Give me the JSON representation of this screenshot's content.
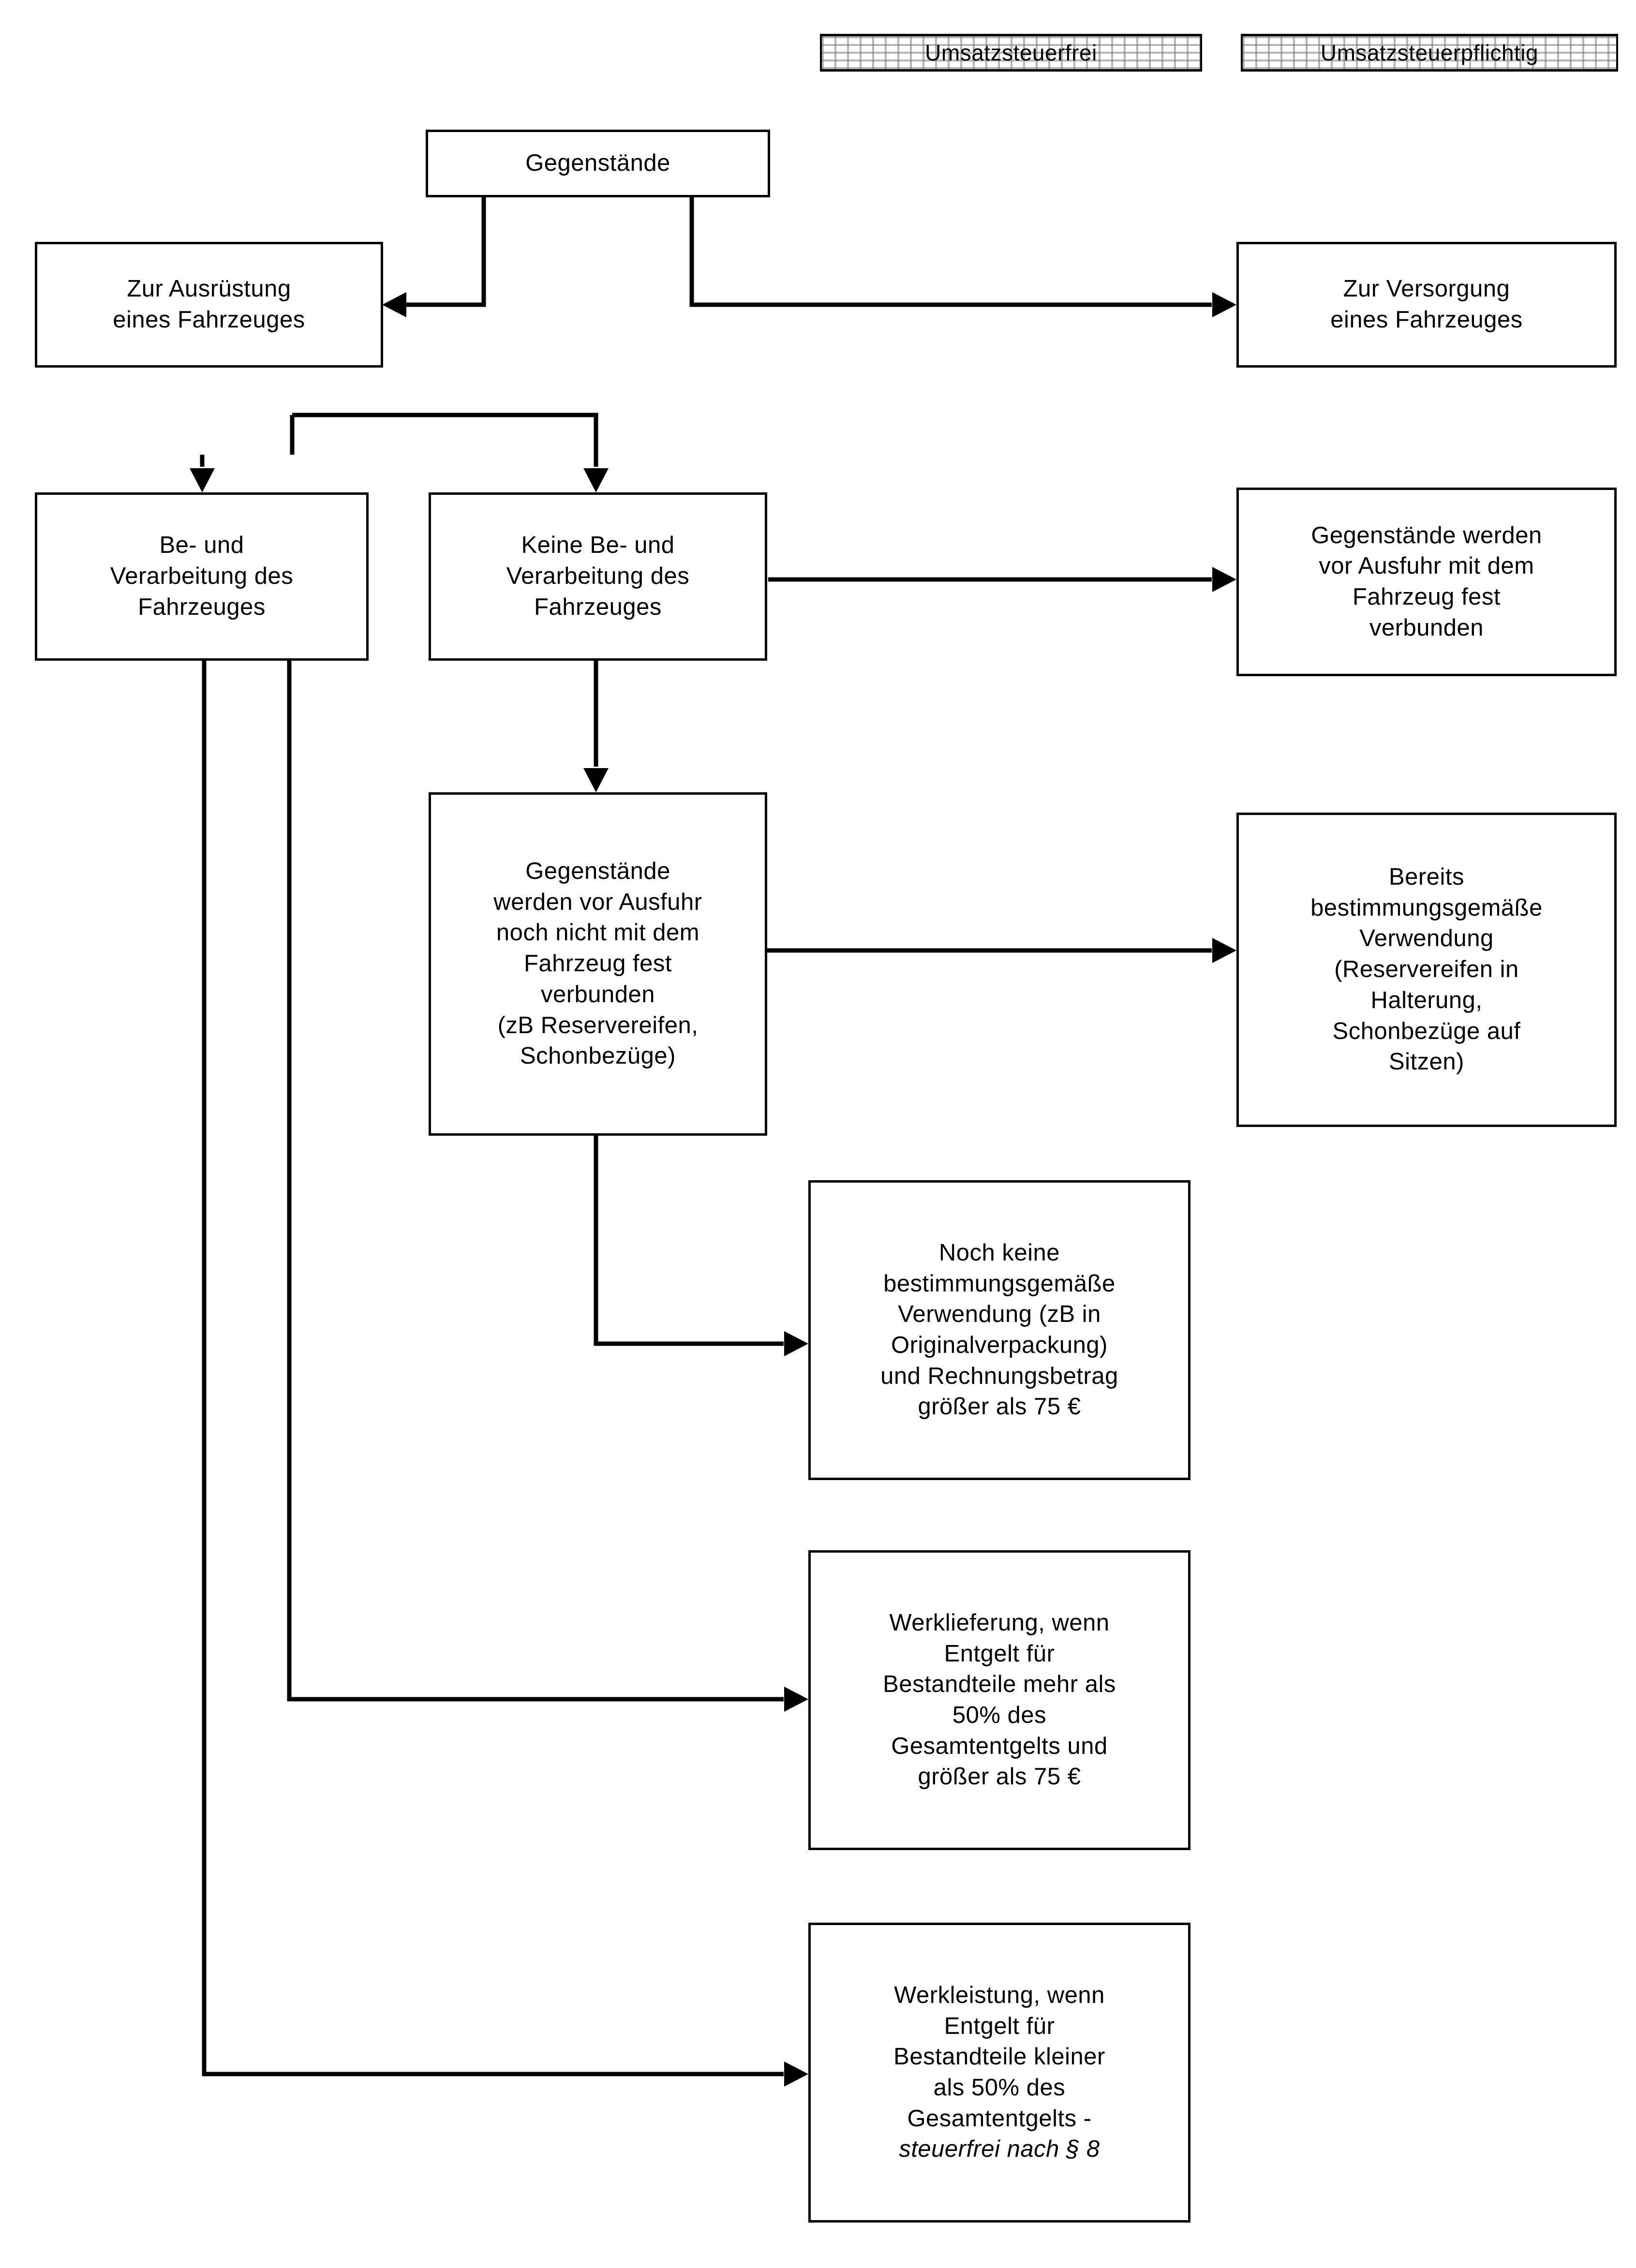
{
  "diagram": {
    "title": "Gegenstaende Umsatzsteuer Entscheidungsbaum",
    "colors": {
      "line": "#000000",
      "box_fill": "#ffffff",
      "text": "#000000",
      "legend_pattern": "#787878"
    }
  },
  "legend": {
    "items": [
      {
        "key": "umsatzsteuerfrei",
        "label": "Umsatzsteuerfrei"
      },
      {
        "key": "umsatzsteuerpflichtig",
        "label": "Umsatzsteuerpflichtig"
      }
    ]
  },
  "nodes": {
    "gegenstaende": {
      "label": "Gegenstände"
    },
    "zur_ausruestung": {
      "label": "Zur Ausrüstung\neines Fahrzeuges"
    },
    "zur_versorgung": {
      "label": "Zur Versorgung\neines Fahrzeuges"
    },
    "be_verarbeitung": {
      "label": "Be- und\nVerarbeitung des\nFahrzeuges"
    },
    "keine_be_verarbeitung": {
      "label": "Keine Be- und\nVerarbeitung des\nFahrzeuges"
    },
    "fest_verbunden": {
      "label": "Gegenstände werden\nvor Ausfuhr mit dem\nFahrzeug fest\nverbunden"
    },
    "noch_nicht_verbunden": {
      "label": "Gegenstände\nwerden vor Ausfuhr\nnoch nicht mit dem\nFahrzeug fest\nverbunden\n(zB Reservereifen,\nSchonbezüge)"
    },
    "bereits_bestimmung": {
      "label": "Bereits\nbestimmungsgemäße\nVerwendung\n(Reservereifen in\nHalterung,\nSchonbezüge auf\nSitzen)"
    },
    "noch_keine_bestimmung": {
      "label": "Noch keine\nbestimmungsgemäße\nVerwendung (zB in\nOriginalverpackung)\nund Rechnungsbetrag\ngrößer als 75 €"
    },
    "werklieferung": {
      "label": "Werklieferung, wenn\nEntgelt für\nBestandteile mehr als\n50% des\nGesamtentgelts und\ngrößer als 75 €"
    },
    "werkleistung": {
      "label": "Werkleistung, wenn\nEntgelt für\nBestandteile kleiner\nals 50% des\nGesamtentgelts -",
      "label_italic": "steuerfrei nach § 8"
    }
  },
  "edges": [
    {
      "from": "gegenstaende",
      "to": "zur_ausruestung",
      "style": "elbow-left-arrow"
    },
    {
      "from": "gegenstaende",
      "to": "zur_versorgung",
      "style": "elbow-right-arrow"
    },
    {
      "from": "zur_ausruestung",
      "to": "be_verarbeitung",
      "style": "straight-down-arrow"
    },
    {
      "from": "zur_ausruestung",
      "to": "keine_be_verarbeitung",
      "style": "elbow-right-down-arrow"
    },
    {
      "from": "keine_be_verarbeitung",
      "to": "fest_verbunden",
      "style": "straight-right-arrow"
    },
    {
      "from": "keine_be_verarbeitung",
      "to": "noch_nicht_verbunden",
      "style": "straight-down-arrow"
    },
    {
      "from": "noch_nicht_verbunden",
      "to": "bereits_bestimmung",
      "style": "straight-right-arrow"
    },
    {
      "from": "noch_nicht_verbunden",
      "to": "noch_keine_bestimmung",
      "style": "elbow-down-right-arrow"
    },
    {
      "from": "be_verarbeitung",
      "to": "werklieferung",
      "style": "elbow-down-right-arrow"
    },
    {
      "from": "be_verarbeitung",
      "to": "werkleistung",
      "style": "elbow-down-right-arrow"
    }
  ]
}
